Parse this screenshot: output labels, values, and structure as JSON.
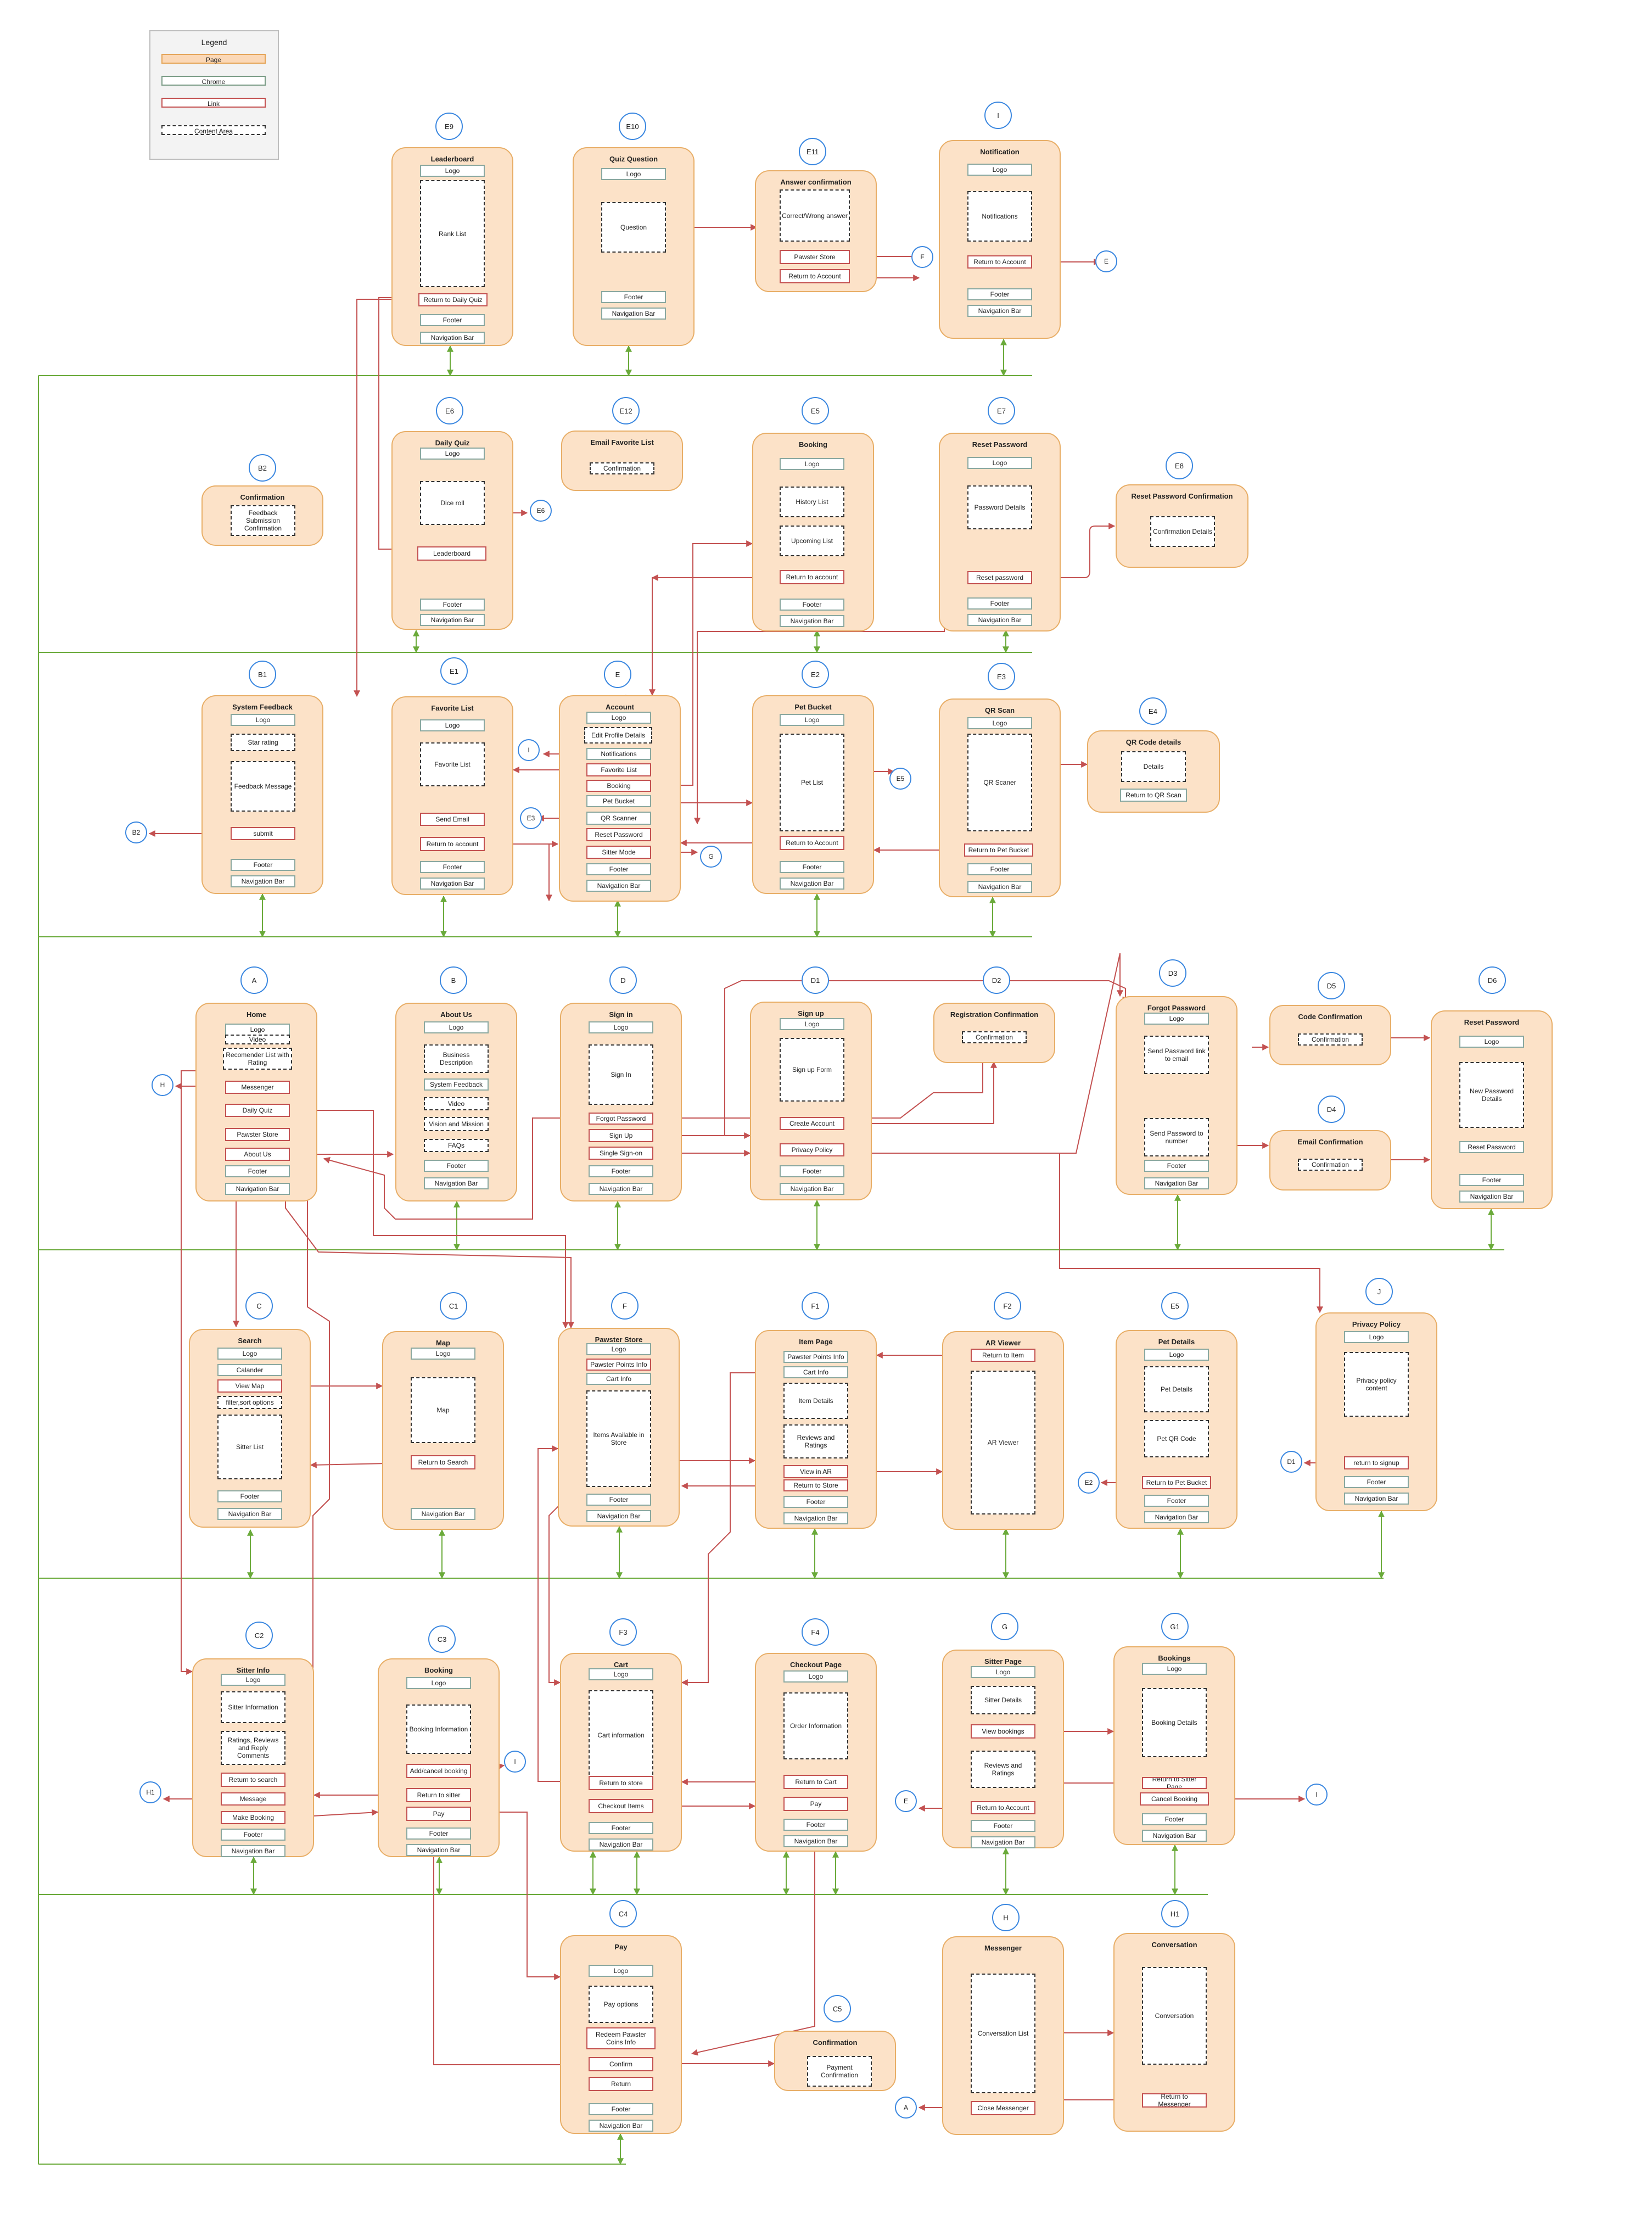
{
  "legend": {
    "title": "Legend",
    "page": "Page",
    "chrome": "Chrome",
    "link": "Link",
    "content": "Content Area"
  },
  "nodes": [
    "E9",
    "E10",
    "E11",
    "I",
    "B2",
    "E6",
    "E12",
    "E5",
    "E7",
    "E8",
    "B1",
    "E1",
    "E",
    "E2",
    "E3",
    "E4",
    "A",
    "B",
    "D",
    "D1",
    "D2",
    "D3",
    "D5",
    "D4",
    "D6",
    "C",
    "C1",
    "F",
    "F1",
    "F2",
    "E5",
    "J",
    "C2",
    "C3",
    "F3",
    "F4",
    "G",
    "G1",
    "C4",
    "C5",
    "H",
    "H1"
  ],
  "pages": [
    {
      "title": "Leaderboard",
      "elements": [
        "Logo",
        "Rank List",
        "Return to Daily Quiz",
        "Footer",
        "Navigation Bar"
      ]
    },
    {
      "title": "Quiz Question",
      "elements": [
        "Logo",
        "Question",
        "Footer",
        "Navigation Bar"
      ]
    },
    {
      "title": "Answer confirmation",
      "elements": [
        "Correct/Wrong answer",
        "Pawster Store",
        "Return to Account"
      ]
    },
    {
      "title": "Notification",
      "elements": [
        "Logo",
        "Notifications",
        "Return to Account",
        "Footer",
        "Navigation Bar"
      ]
    },
    {
      "title": "Confirmation",
      "elements": [
        "Feedback Submission Confirmation"
      ]
    },
    {
      "title": "Daily Quiz",
      "elements": [
        "Logo",
        "Dice roll",
        "Leaderboard",
        "Footer",
        "Navigation Bar"
      ]
    },
    {
      "title": "Email Favorite List",
      "elements": [
        "Confirmation"
      ]
    },
    {
      "title": "Booking",
      "elements": [
        "Logo",
        "History List",
        "Upcoming List",
        "Return to account",
        "Footer",
        "Navigation Bar"
      ]
    },
    {
      "title": "Reset Password",
      "elements": [
        "Logo",
        "Password Details",
        "Reset password",
        "Footer",
        "Navigation Bar"
      ]
    },
    {
      "title": "Reset Password Confirmation",
      "elements": [
        "Confirmation Details"
      ]
    },
    {
      "title": "System Feedback",
      "elements": [
        "Logo",
        "Star rating",
        "Feedback Message",
        "submit",
        "Footer",
        "Navigation Bar"
      ]
    },
    {
      "title": "Favorite List",
      "elements": [
        "Logo",
        "Favorite List",
        "Send Email",
        "Return to account",
        "Footer",
        "Navigation Bar"
      ]
    },
    {
      "title": "Account",
      "elements": [
        "Logo",
        "Edit Profile Details",
        "Notifications",
        "Favorite List",
        "Booking",
        "Pet Bucket",
        "QR Scanner",
        "Reset Password",
        "Sitter Mode",
        "Footer",
        "Navigation Bar"
      ]
    },
    {
      "title": "Pet Bucket",
      "elements": [
        "Logo",
        "Pet List",
        "Return to Account",
        "Footer",
        "Navigation Bar"
      ]
    },
    {
      "title": "QR Scan",
      "elements": [
        "Logo",
        "QR Scaner",
        "Return to Pet Bucket",
        "Footer",
        "Navigation Bar"
      ]
    },
    {
      "title": "QR Code details",
      "elements": [
        "Details",
        "Return to QR Scan"
      ]
    },
    {
      "title": "Home",
      "elements": [
        "Logo",
        "Video",
        "Recomender List with Rating",
        "Messenger",
        "Daily Quiz",
        "Pawster Store",
        "About Us",
        "Footer",
        "Navigation Bar"
      ]
    },
    {
      "title": "About Us",
      "elements": [
        "Logo",
        "Business Description",
        "System Feedback",
        "Video",
        "Vision and Mission",
        "FAQs",
        "Footer",
        "Navigation Bar"
      ]
    },
    {
      "title": "Sign in",
      "elements": [
        "Logo",
        "Sign In",
        "Forgot Password",
        "Sign Up",
        "Single Sign-on",
        "Footer",
        "Navigation Bar"
      ]
    },
    {
      "title": "Sign up",
      "elements": [
        "Logo",
        "Sign up Form",
        "Create Account",
        "Privacy Policy",
        "Footer",
        "Navigation Bar"
      ]
    },
    {
      "title": "Registration Confirmation",
      "elements": [
        "Confirmation"
      ]
    },
    {
      "title": "Forgot Password",
      "elements": [
        "Logo",
        "Send Password link to email",
        "Send Password to number",
        "Footer",
        "Navigation Bar"
      ]
    },
    {
      "title": "Code Confirmation",
      "elements": [
        "Confirmation"
      ]
    },
    {
      "title": "Email Confirmation",
      "elements": [
        "Confirmation"
      ]
    },
    {
      "title": "Reset Password",
      "elements": [
        "Logo",
        "New Password Details",
        "Reset Password",
        "Footer",
        "Navigation Bar"
      ]
    },
    {
      "title": "Search",
      "elements": [
        "Logo",
        "Calander",
        "View Map",
        "filter,sort options",
        "Sitter List",
        "Footer",
        "Navigation Bar"
      ]
    },
    {
      "title": "Map",
      "elements": [
        "Logo",
        "Map",
        "Return to Search",
        "Navigation Bar"
      ]
    },
    {
      "title": "Pawster Store",
      "elements": [
        "Logo",
        "Pawster Points Info",
        "Cart Info",
        "Items Available in Store",
        "Footer",
        "Navigation Bar"
      ]
    },
    {
      "title": "Item Page",
      "elements": [
        "Pawster Points Info",
        "Cart Info",
        "Item Details",
        "Reviews and Ratings",
        "View in AR",
        "Return to Store",
        "Footer",
        "Navigation Bar"
      ]
    },
    {
      "title": "AR Viewer",
      "elements": [
        "Return to Item",
        "AR Viewer"
      ]
    },
    {
      "title": "Pet Details",
      "elements": [
        "Logo",
        "Pet Details",
        "Pet QR Code",
        "Return to Pet Bucket",
        "Footer",
        "Navigation Bar"
      ]
    },
    {
      "title": "Privacy Policy",
      "elements": [
        "Logo",
        "Privacy policy content",
        "return to signup",
        "Footer",
        "Navigation Bar"
      ]
    },
    {
      "title": "Sitter Info",
      "elements": [
        "Logo",
        "Sitter Information",
        "Ratings, Reviews and Reply Comments",
        "Return to search",
        "Message",
        "Make Booking",
        "Footer",
        "Navigation Bar"
      ]
    },
    {
      "title": "Booking",
      "elements": [
        "Logo",
        "Booking Information",
        "Add/cancel booking",
        "Return to sitter",
        "Pay",
        "Footer",
        "Navigation Bar"
      ]
    },
    {
      "title": "Cart",
      "elements": [
        "Logo",
        "Cart information",
        "Return to store",
        "Checkout Items",
        "Footer",
        "Navigation Bar"
      ]
    },
    {
      "title": "Checkout Page",
      "elements": [
        "Logo",
        "Order Information",
        "Return to Cart",
        "Pay",
        "Footer",
        "Navigation Bar"
      ]
    },
    {
      "title": "Sitter Page",
      "elements": [
        "Logo",
        "Sitter Details",
        "View bookings",
        "Reviews and Ratings",
        "Return to Account",
        "Footer",
        "Navigation Bar"
      ]
    },
    {
      "title": "Bookings",
      "elements": [
        "Logo",
        "Booking Details",
        "Return to Sitter Page",
        "Cancel Booking",
        "Footer",
        "Navigation Bar"
      ]
    },
    {
      "title": "Pay",
      "elements": [
        "Logo",
        "Pay options",
        "Redeem Pawster Coins Info",
        "Confirm",
        "Return",
        "Footer",
        "Navigation Bar"
      ]
    },
    {
      "title": "Confirmation",
      "elements": [
        "Payment Confirmation"
      ]
    },
    {
      "title": "Messenger",
      "elements": [
        "Conversation List",
        "Close Messenger"
      ]
    },
    {
      "title": "Conversation",
      "elements": [
        "Conversation",
        "Return to Messenger"
      ]
    }
  ],
  "targets": [
    "E6",
    "F",
    "E",
    "I",
    "E5",
    "E3",
    "G",
    "B2",
    "H",
    "H1",
    "I",
    "E",
    "I",
    "E2",
    "D1",
    "A"
  ],
  "colors": {
    "page_fill": "#fce2c8",
    "page_border": "#e8ae67",
    "link": "#c35151",
    "nav": "#6aaa3a",
    "node": "#3a87e0"
  }
}
